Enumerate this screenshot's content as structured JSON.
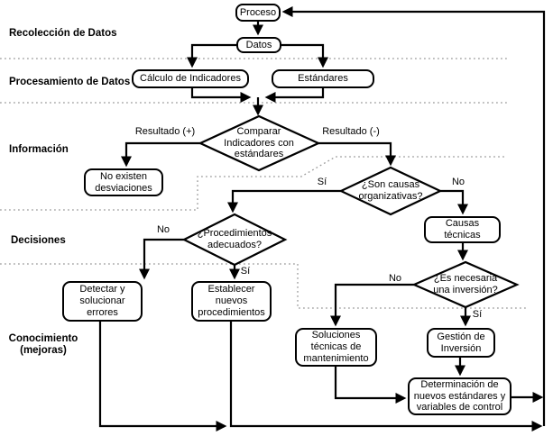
{
  "row_labels": {
    "recoleccion": "Recolección de Datos",
    "procesamiento": "Procesamiento de Datos",
    "informacion": "Información",
    "decisiones": "Decisiones",
    "conocimiento": "Conocimiento\n(mejoras)"
  },
  "nodes": {
    "proceso": "Proceso",
    "datos": "Datos",
    "calculo_indicadores": "Cálculo de Indicadores",
    "estandares": "Estándares",
    "comparar": "Comparar\nIndicadores con\nestándares",
    "no_existen_desviaciones": "No existen\ndesviaciones",
    "son_causas_organizativas": "¿Son causas\norganizativas?",
    "procedimientos_adecuados": "¿Procedimientos\nadecuados?",
    "causas_tecnicas": "Causas\ntécnicas",
    "detectar_solucionar_errores": "Detectar y\nsolucionar\nerrores",
    "establecer_nuevos_procedimientos": "Establecer\nnuevos\nprocedimientos",
    "es_necesaria_inversion": "¿Es necesaria\nuna inversión?",
    "soluciones_tecnicas": "Soluciones\ntécnicas de\nmantenimiento",
    "gestion_inversion": "Gestión de\nInversión",
    "determinacion_estandares": "Determinación de\nnuevos estándares y\nvariables de control"
  },
  "edge_labels": {
    "resultado_positivo": "Resultado (+)",
    "resultado_negativo": "Resultado (-)",
    "si_organizativas": "Sí",
    "no_organizativas": "No",
    "no_procedimientos": "No",
    "si_procedimientos": "Sí",
    "no_inversion": "No",
    "si_inversion": "Sí"
  },
  "colors": {
    "line": "#000000",
    "separator": "#999999",
    "background": "#ffffff"
  }
}
